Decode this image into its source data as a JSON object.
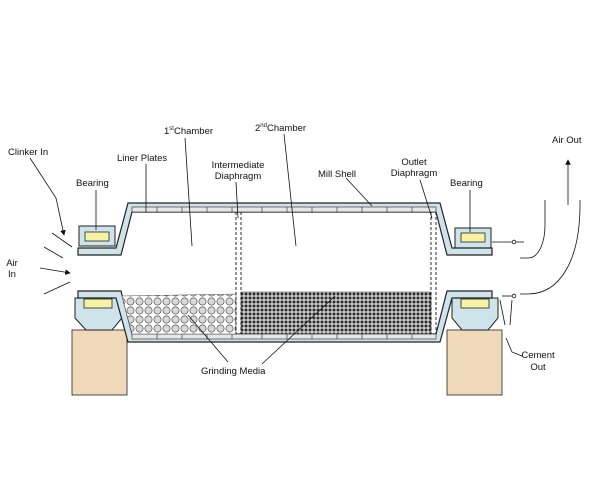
{
  "labels": {
    "clinker_in": "Clinker In",
    "bearing_left": "Bearing",
    "liner_plates": "Liner Plates",
    "chamber_1_num": "1",
    "chamber_1_sup": "st",
    "chamber_1_word": "Chamber",
    "chamber_2_num": "2",
    "chamber_2_sup": "nd",
    "chamber_2_word": "Chamber",
    "intermediate_line1": "Intermediate",
    "intermediate_line2": "Diaphragm",
    "mill_shell": "Mill Shell",
    "outlet_line1": "Outlet",
    "outlet_line2": "Diaphragm",
    "bearing_right": "Bearing",
    "air_out": "Air Out",
    "air_in_line1": "Air",
    "air_in_line2": "In",
    "grinding_media": "Grinding Media",
    "cement_line1": "Cement",
    "cement_line2": "Out"
  },
  "colors": {
    "shell_fill": "#cfe3ea",
    "bearing_fill": "#f7f2a3",
    "support_fill": "#efd9b8",
    "coarse_media": "#d8d8d8",
    "fine_media": "#3a3a3a",
    "line": "#111111"
  }
}
